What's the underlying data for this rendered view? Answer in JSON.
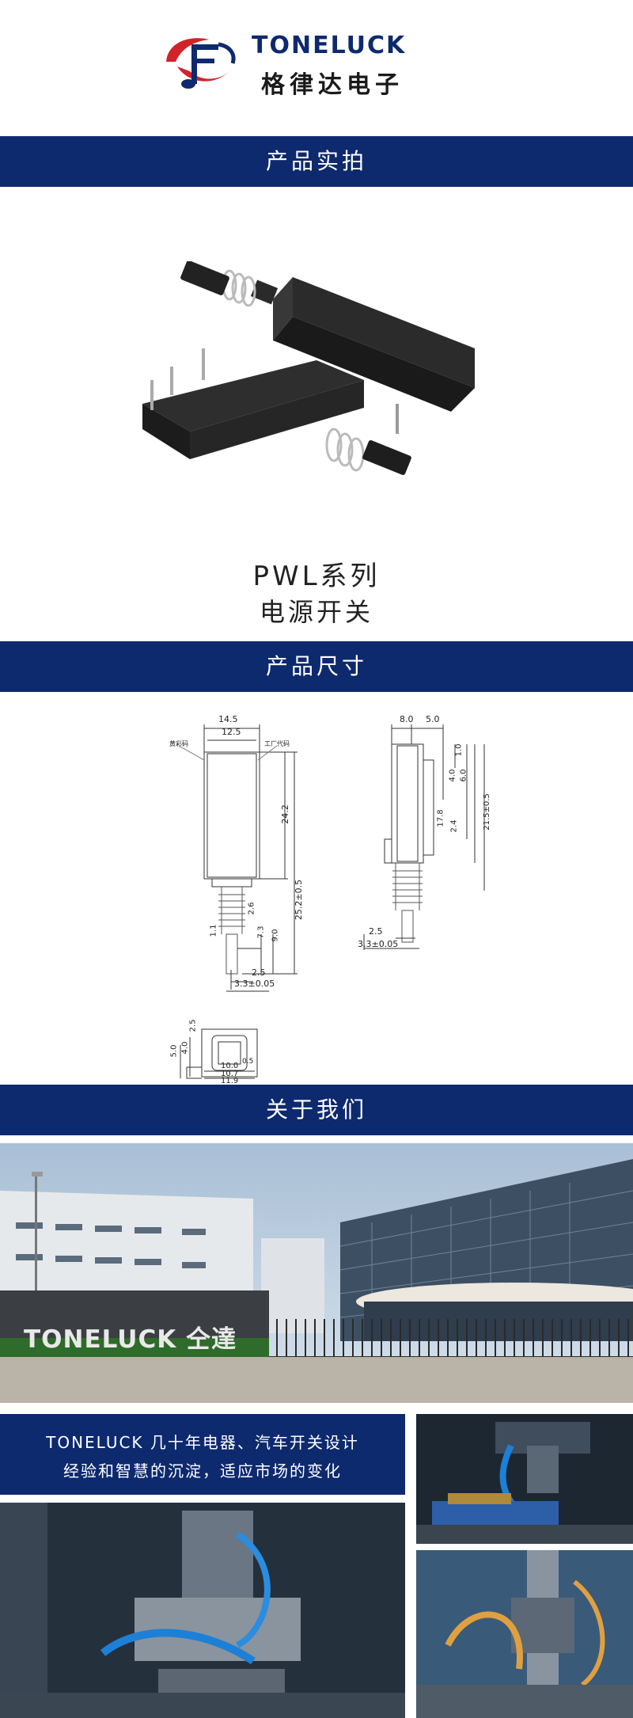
{
  "brand": {
    "name_en": "TONELUCK",
    "name_cn": "格律达电子"
  },
  "sections": {
    "photo_title": "产品实拍",
    "size_title": "产品尺寸",
    "about_title": "关于我们"
  },
  "product": {
    "series": "PWL系列",
    "type": "电源开关"
  },
  "dimension_labels": {
    "front_top": [
      "14.5",
      "12.5"
    ],
    "front_right": [
      "24.2",
      "25.2±0.5"
    ],
    "front_small": [
      "2.6",
      "7.3",
      "9.0",
      "1.1"
    ],
    "front_bottom": [
      "2.5",
      "3.3±0.05"
    ],
    "side_top": [
      "8.0",
      "5.0"
    ],
    "side_right": [
      "1.0",
      "4.0",
      "6.0",
      "17.8",
      "2.4",
      "21.5±0.5"
    ],
    "side_bottom": [
      "2.5",
      "3.3±0.05"
    ],
    "bottom_view": [
      "2.5",
      "4.0",
      "5.0",
      "10.0",
      "10.7",
      "11.9",
      "0.5"
    ],
    "callout_left": "黄彩码",
    "callout_right": "工厂代码"
  },
  "factory_sign": "TONELUCK 仝達",
  "about": {
    "line1": "TONELUCK 几十年电器、汽车开关设计",
    "line2": "经验和智慧的沉淀，适应市场的变化"
  },
  "colors": {
    "navy": "#0e2a6e",
    "logo_red": "#d2232a"
  }
}
